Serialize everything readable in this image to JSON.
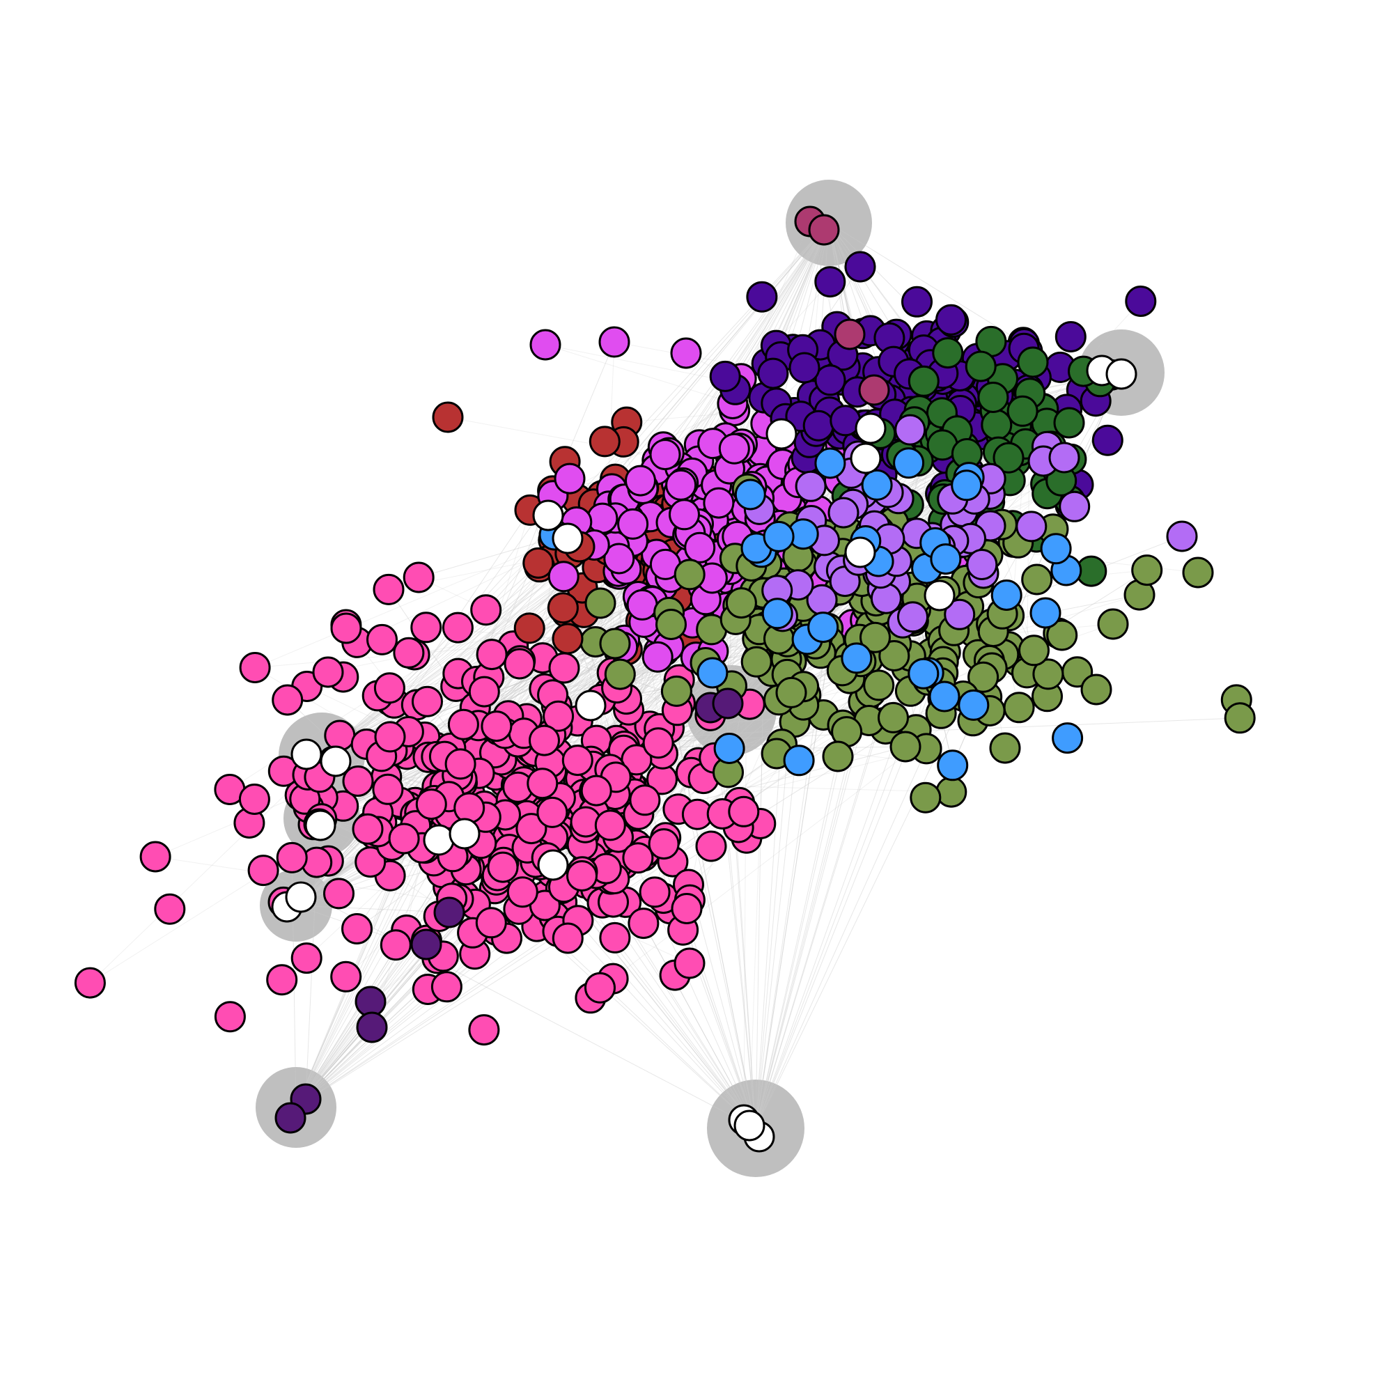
{
  "colors": {
    "background": "#ffffff",
    "halo": "#bfbfbf",
    "edge": "#c9c9c9",
    "node_stroke": "#000000"
  },
  "clusters": [
    {
      "name": "pink-community",
      "color": "#ff4db3"
    },
    {
      "name": "magenta-community",
      "color": "#e04df0"
    },
    {
      "name": "red-community",
      "color": "#b83232"
    },
    {
      "name": "indigo-community",
      "color": "#4b0a9a"
    },
    {
      "name": "dark-green-community",
      "color": "#2a6e2a"
    },
    {
      "name": "olive-green-community",
      "color": "#7a9a4a"
    },
    {
      "name": "lavender-community",
      "color": "#b36cf5"
    },
    {
      "name": "blue-nodes",
      "color": "#3f9cff"
    },
    {
      "name": "dark-purple-nodes",
      "color": "#561a78"
    },
    {
      "name": "maroon-nodes",
      "color": "#ad3a70"
    },
    {
      "name": "white-nodes",
      "color": "#ffffff"
    }
  ],
  "halo_count": 8,
  "node_count_approx": 1200
}
